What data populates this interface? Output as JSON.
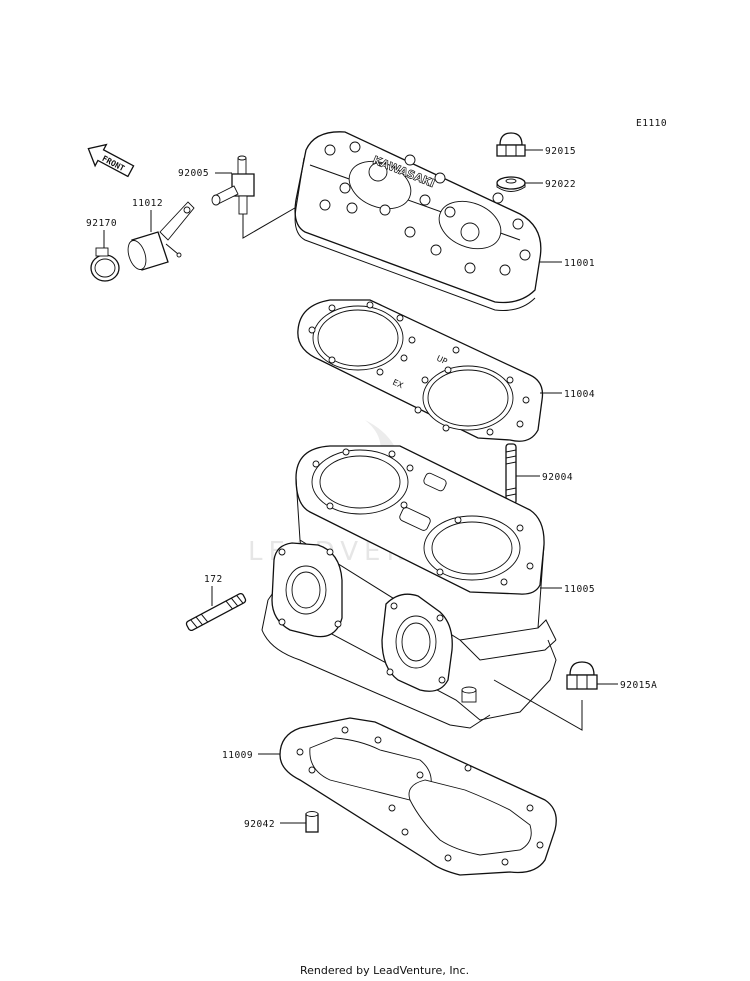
{
  "diagram_code": "E1110",
  "front_label": "FRONT",
  "watermark_text": "LEADVENTURE",
  "footer": "Rendered by LeadVenture, Inc.",
  "head_embossing": "KAWASAKI",
  "gasket_marks": {
    "up": "UP",
    "ex": "EX"
  },
  "parts": {
    "p92015": "92015",
    "p92022": "92022",
    "p92005": "92005",
    "p11012": "11012",
    "p92170": "92170",
    "p11001": "11001",
    "p11004": "11004",
    "p92004": "92004",
    "p172": "172",
    "p11005": "11005",
    "p92015A": "92015A",
    "p11009": "11009",
    "p92042": "92042"
  }
}
